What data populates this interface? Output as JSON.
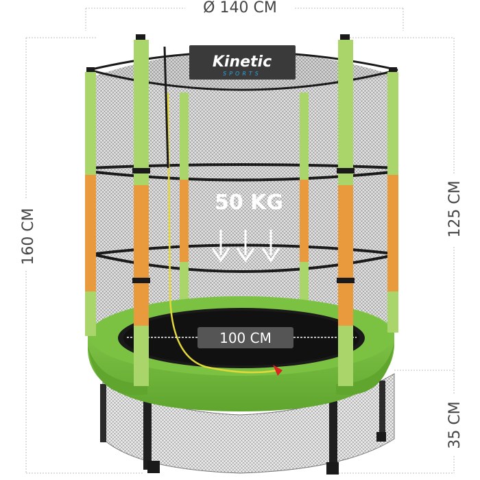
{
  "product": {
    "brand": "Kinetic",
    "brand_sub": "SPORTS"
  },
  "dimensions": {
    "diameter": "Ø 140 CM",
    "total_height": "160 CM",
    "net_height": "125 CM",
    "base_height": "35 CM",
    "jump_mat": "100 CM",
    "max_load": "50 KG"
  },
  "colors": {
    "frame_green": "#7cc242",
    "pole_green": "#a9d56a",
    "pole_orange": "#e89a3c",
    "net": "#2b2b2b",
    "mat": "#111111",
    "label_bg": "#555555"
  }
}
